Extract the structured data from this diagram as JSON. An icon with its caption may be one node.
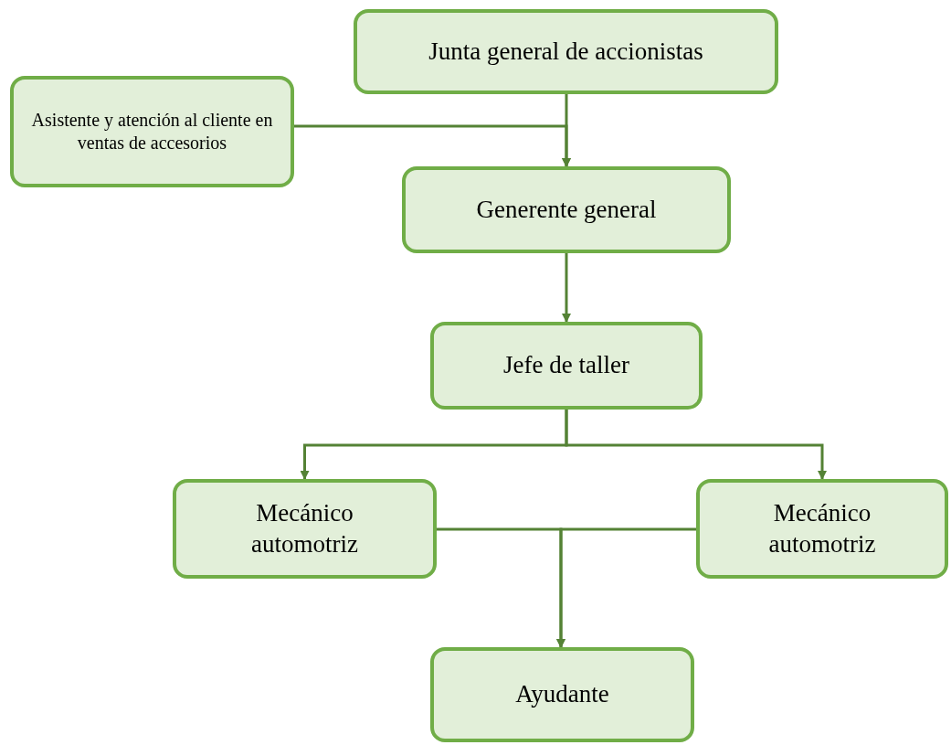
{
  "diagram": {
    "nodes": [
      {
        "text": [
          "Junta general de accionistas"
        ]
      },
      {
        "text": [
          "Asistente y atención al cliente en ventas de accesorios"
        ]
      },
      {
        "text": [
          "Generente general"
        ]
      },
      {
        "text": [
          "Jefe de taller"
        ]
      },
      {
        "text": [
          "Mecánico automotriz"
        ]
      },
      {
        "text": [
          "Mecánico automotriz"
        ]
      },
      {
        "text": [
          "Ayudante"
        ]
      }
    ],
    "edges": [
      {
        "from": 0,
        "to": 2,
        "arrow": "to"
      },
      {
        "from": 1,
        "to": 2,
        "arrow": "to"
      },
      {
        "from": 2,
        "to": 3,
        "arrow": "to"
      },
      {
        "from": 3,
        "to": 4,
        "arrow": "to"
      },
      {
        "from": 3,
        "to": 5,
        "arrow": "to"
      },
      {
        "from": 4,
        "to": 6,
        "arrow": "to"
      },
      {
        "from": 5,
        "to": 6,
        "arrow": "to"
      }
    ]
  }
}
